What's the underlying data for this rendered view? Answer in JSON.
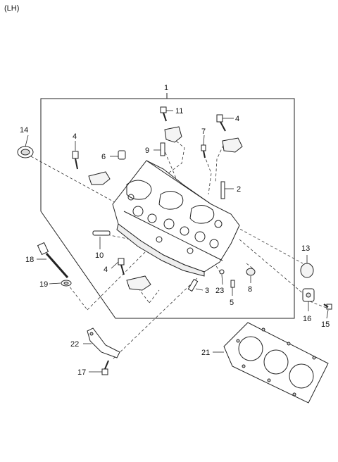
{
  "header": {
    "side_label": "(LH)"
  },
  "callouts": [
    {
      "id": "1",
      "label": "1"
    },
    {
      "id": "2",
      "label": "2"
    },
    {
      "id": "3",
      "label": "3"
    },
    {
      "id": "4a",
      "label": "4"
    },
    {
      "id": "4b",
      "label": "4"
    },
    {
      "id": "4c",
      "label": "4"
    },
    {
      "id": "5",
      "label": "5"
    },
    {
      "id": "6",
      "label": "6"
    },
    {
      "id": "7",
      "label": "7"
    },
    {
      "id": "8",
      "label": "8"
    },
    {
      "id": "9",
      "label": "9"
    },
    {
      "id": "10",
      "label": "10"
    },
    {
      "id": "11",
      "label": "11"
    },
    {
      "id": "13",
      "label": "13"
    },
    {
      "id": "14",
      "label": "14"
    },
    {
      "id": "15",
      "label": "15"
    },
    {
      "id": "16",
      "label": "16"
    },
    {
      "id": "17",
      "label": "17"
    },
    {
      "id": "18",
      "label": "18"
    },
    {
      "id": "19",
      "label": "19"
    },
    {
      "id": "21",
      "label": "21"
    },
    {
      "id": "22",
      "label": "22"
    },
    {
      "id": "23",
      "label": "23"
    }
  ]
}
